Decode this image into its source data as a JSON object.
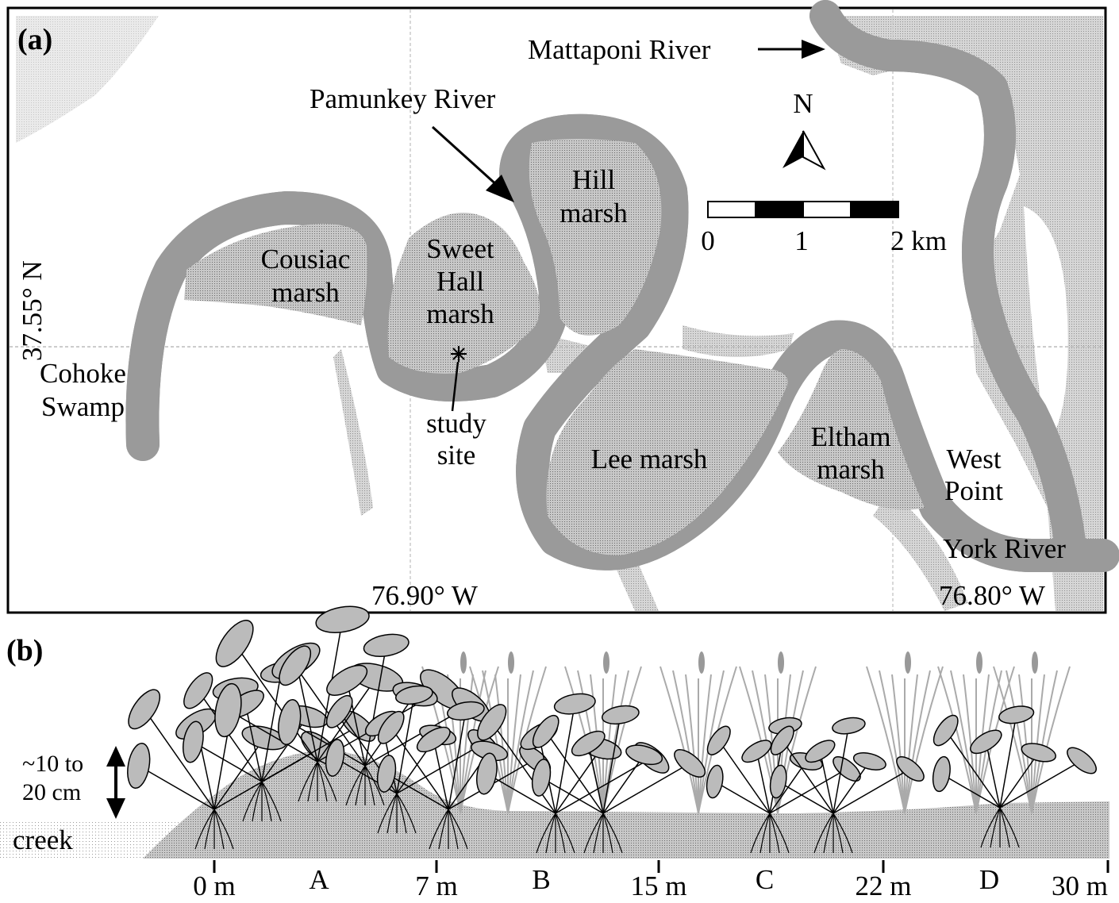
{
  "panel_a": {
    "label": "(a)",
    "places": {
      "mattaponi": "Mattaponi River",
      "pamunkey": "Pamunkey River",
      "hill_1": "Hill",
      "hill_2": "marsh",
      "cousiac_1": "Cousiac",
      "cousiac_2": "marsh",
      "sweet_1": "Sweet",
      "sweet_2": "Hall",
      "sweet_3": "marsh",
      "cohoke_1": "Cohoke",
      "cohoke_2": "Swamp",
      "study_1": "study",
      "study_2": "site",
      "lee": "Lee marsh",
      "eltham_1": "Eltham",
      "eltham_2": "marsh",
      "westpoint_1": "West",
      "westpoint_2": "Point",
      "york": "York River"
    },
    "north_label": "N",
    "scale": {
      "ticks": [
        "0",
        "1",
        "2 km"
      ]
    },
    "latitude": "37.55° N",
    "longitudes": [
      "76.90° W",
      "76.80° W"
    ],
    "colors": {
      "marsh": "#b4b4b4",
      "water": "#ffffff",
      "outline": "#8a8a8a"
    }
  },
  "panel_b": {
    "label": "(b)",
    "height_1": "~10 to",
    "height_2": "20 cm",
    "creek": "creek",
    "distances": [
      "0 m",
      "7 m",
      "15 m",
      "22 m",
      "30 m"
    ],
    "zones": [
      "A",
      "B",
      "C",
      "D"
    ]
  }
}
